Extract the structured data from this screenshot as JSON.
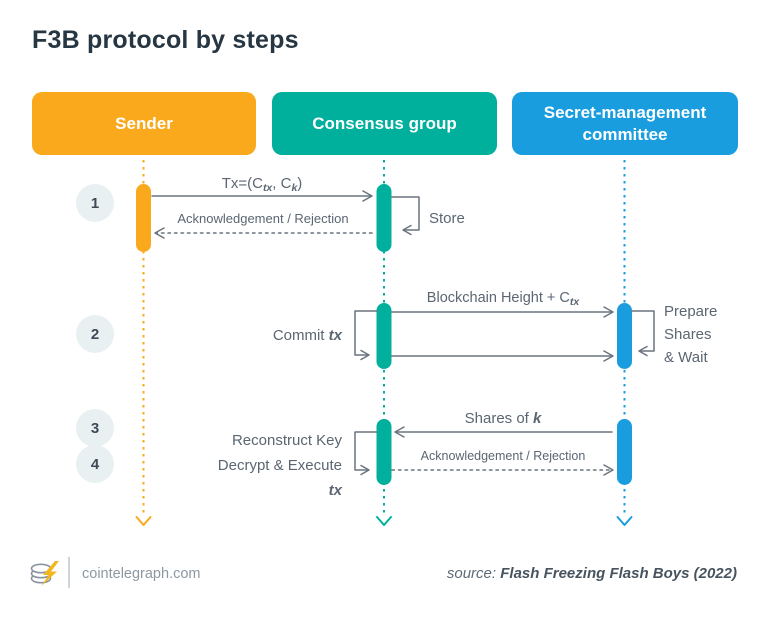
{
  "title": "F3B protocol by steps",
  "actors": [
    {
      "label": "Sender",
      "color": "#F9A91B"
    },
    {
      "label": "Consensus group",
      "color": "#00AF9C"
    },
    {
      "label": "Secret-management committee",
      "color": "#1A9DDF"
    }
  ],
  "steps": [
    "1",
    "2",
    "3",
    "4"
  ],
  "messages": {
    "tx": {
      "pre": "Tx=(C",
      "sub1": "tx",
      "mid": ", C",
      "sub2": "k",
      "post": ")"
    },
    "ack1": "Acknowledgement / Rejection",
    "store": "Store",
    "commit": {
      "pre": "Commit ",
      "em": "tx"
    },
    "blockchain": {
      "pre": "Blockchain Height + C",
      "sub": "tx"
    },
    "prepare": {
      "line1": "Prepare",
      "line2": "Shares",
      "line3": "& Wait"
    },
    "shares": {
      "pre": "Shares of ",
      "em": "k"
    },
    "reconstruct": {
      "line1": "Reconstruct Key",
      "line2_pre": "Decrypt & Execute ",
      "line2_em": "tx"
    },
    "ack2": "Acknowledgement / Rejection"
  },
  "footer": {
    "site": "cointelegraph.com",
    "source_label": "source:",
    "source": "Flash Freezing Flash Boys (2022)"
  },
  "colors": {
    "sender": "#F9A91B",
    "consensus": "#00AF9C",
    "committee": "#1A9DDF",
    "arrow": "#6A747E",
    "label_text": "#5B6672",
    "title_text": "#263642",
    "step_circle_bg": "#E9F0F2"
  }
}
